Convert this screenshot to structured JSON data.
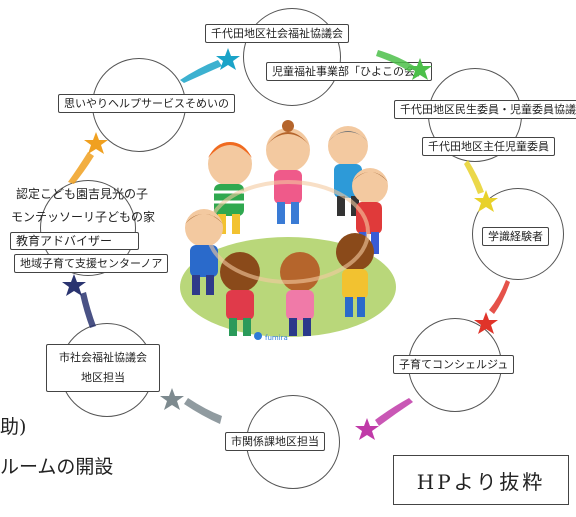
{
  "nodes": {
    "top": "千代田地区社会福祉協議会",
    "top_sub": "児童福祉事業部「ひよこの会」",
    "upper_right_1": "千代田地区民生委員・児童委員協議会",
    "upper_right_2": "千代田地区主任児童委員",
    "right": "学識経験者",
    "lower_right": "子育てコンシェルジュ",
    "bottom": "市関係課地区担当",
    "lower_left_1": "市社会福祉協議会",
    "lower_left_2": "地区担当",
    "left_1": "認定こども園吉見光の子",
    "left_2": "モンテッソーリ子どもの家",
    "left_3": "教育アドバイザー",
    "left_4": "地域子育て支援センターノア",
    "upper_left": "思いやりヘルプサービスそめいの"
  },
  "cutoff_text": {
    "line1": "助)",
    "line2": "ルームの開設"
  },
  "hp_note": "HPより抜粋",
  "illustration_credit": "fumira",
  "colors": {
    "star_teal": "#1aa3c8",
    "star_green": "#4cc04a",
    "star_yellow": "#e8d12a",
    "star_red": "#e0342a",
    "star_magenta": "#c03aa8",
    "star_gray": "#7d8a8f",
    "star_navy": "#2a3470",
    "star_orange": "#f0a020",
    "ground": "#b9d77a"
  }
}
